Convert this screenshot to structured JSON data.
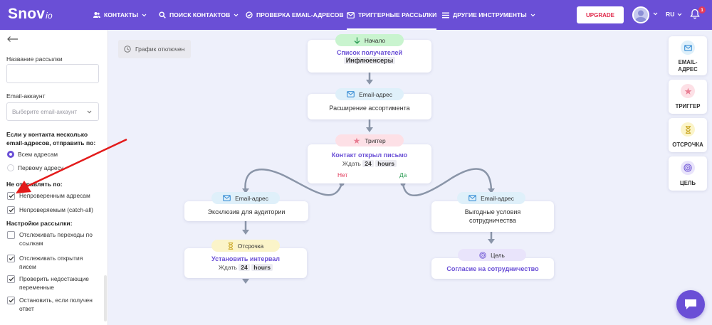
{
  "brand": {
    "name": "Snov",
    "suffix": "io"
  },
  "nav": {
    "contacts": "КОНТАКТЫ",
    "search": "ПОИСК КОНТАКТОВ",
    "verify": "ПРОВЕРКА EMAIL-АДРЕСОВ",
    "drip": "ТРИГГЕРНЫЕ РАССЫЛКИ",
    "tools": "ДРУГИЕ ИНСТРУМЕНТЫ"
  },
  "header": {
    "upgrade": "UPGRADE",
    "lang": "RU",
    "notifications": "1"
  },
  "form": {
    "name_label": "Название рассылки",
    "name_value": "",
    "email_label": "Email-аккаунт",
    "email_placeholder": "Выберите email-аккаунт",
    "multi_heading": "Если у контакта несколько email-адресов, отправить по:",
    "radio_all": "Всем адресам",
    "radio_first": "Первому адресу",
    "nosend_heading": "Не отправлять по:",
    "check_unverified": "Непроверенным адресам",
    "check_catchall": "Непроверяемым (catch-all)",
    "settings_heading": "Настройки рассылки:",
    "check_track_clicks": "Отслеживать переходы по ссылкам",
    "check_track_opens": "Отслеживать открытия писем",
    "check_missing_vars": "Проверить недостающие переменные",
    "check_stop_reply": "Остановить, если получен ответ"
  },
  "schedule": {
    "label": "График отключен"
  },
  "flow": {
    "start": {
      "pill": "Начало",
      "title": "Список получателей",
      "subtitle": "Инфлюенсеры"
    },
    "email1": {
      "pill": "Email-адрес",
      "title": "Расширение ассортимента"
    },
    "trigger": {
      "pill": "Триггер",
      "title": "Контакт открыл письмо",
      "wait_prefix": "Ждать",
      "wait_value": "24",
      "wait_unit": "hours",
      "no": "Нет",
      "yes": "Да"
    },
    "email_left": {
      "pill": "Email-адрес",
      "title": "Эксклюзив для аудитории"
    },
    "email_right": {
      "pill": "Email-адрес",
      "title": "Выгодные условия сотрудничества"
    },
    "delay": {
      "pill": "Отсрочка",
      "title": "Установить интервал",
      "wait_prefix": "Ждать",
      "wait_value": "24",
      "wait_unit": "hours"
    },
    "goal": {
      "pill": "Цель",
      "title": "Согласие на сотрудничество"
    }
  },
  "palette": {
    "email": "EMAIL-АДРЕС",
    "trigger": "ТРИГГЕР",
    "delay": "ОТСРОЧКА",
    "goal": "ЦЕЛЬ"
  },
  "colors": {
    "accent": "#6a4fd6",
    "no": "#e23a5b",
    "yes": "#2f9e57",
    "connector": "#8a95a8"
  }
}
